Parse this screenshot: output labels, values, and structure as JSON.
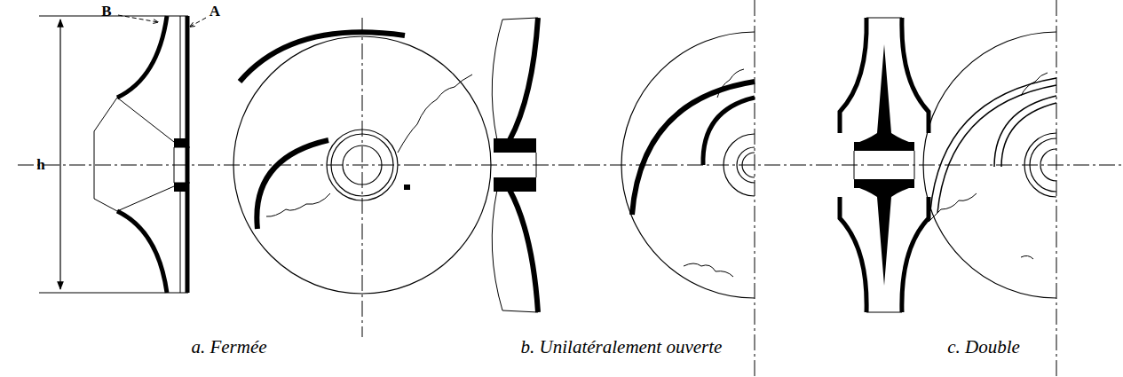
{
  "diagram": {
    "labels": [
      "B",
      "A",
      "h",
      "a. Fermée",
      "b. Unilatéralement ouverte",
      "c. Double"
    ]
  }
}
